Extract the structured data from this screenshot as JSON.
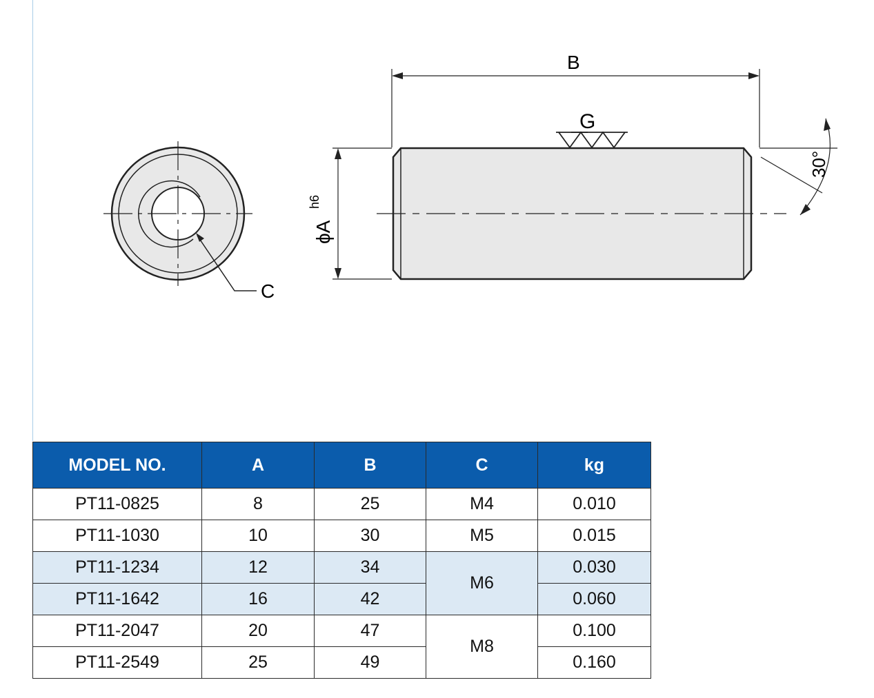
{
  "drawing": {
    "labels": {
      "length": "B",
      "grind_symbol": "G",
      "diameter": "ϕA",
      "tolerance": "h6",
      "thread": "C",
      "chamfer_angle": "30°"
    }
  },
  "table": {
    "headers": [
      "MODEL NO.",
      "A",
      "B",
      "C",
      "kg"
    ],
    "rows": [
      {
        "model": "PT11-0825",
        "a": "8",
        "b": "25",
        "kg": "0.010"
      },
      {
        "model": "PT11-1030",
        "a": "10",
        "b": "30",
        "kg": "0.015"
      },
      {
        "model": "PT11-1234",
        "a": "12",
        "b": "34",
        "kg": "0.030"
      },
      {
        "model": "PT11-1642",
        "a": "16",
        "b": "42",
        "kg": "0.060"
      },
      {
        "model": "PT11-2047",
        "a": "20",
        "b": "47",
        "kg": "0.100"
      },
      {
        "model": "PT11-2549",
        "a": "25",
        "b": "49",
        "kg": "0.160"
      }
    ],
    "c_groups": [
      "M4",
      "M5",
      "M6",
      "M8"
    ]
  },
  "colors": {
    "header_bg": "#0b5cac",
    "highlight_row": "#dce9f4",
    "part_fill": "#e8e8e8"
  }
}
